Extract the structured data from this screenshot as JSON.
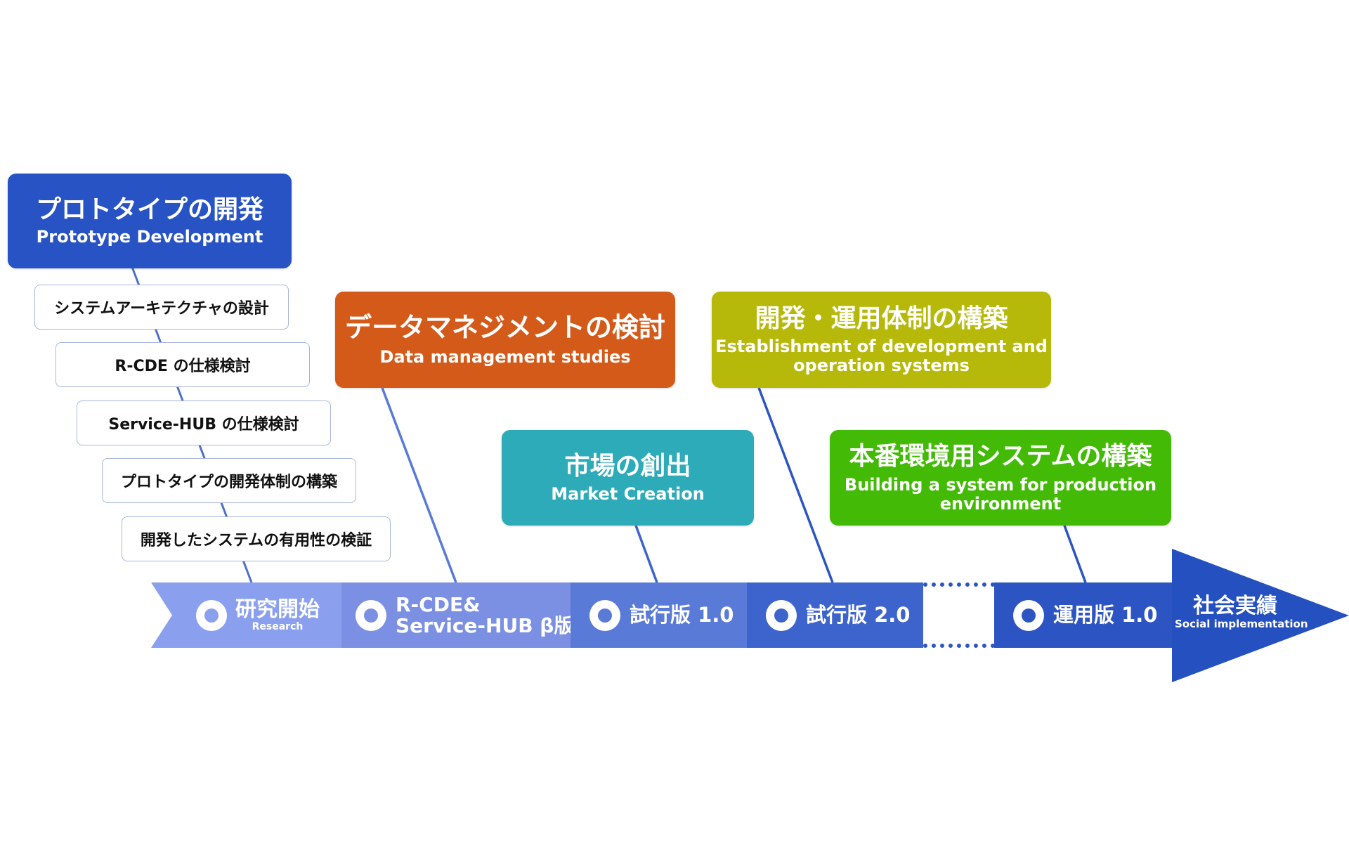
{
  "top_card": {
    "jp": "プロトタイプの開発",
    "en": "Prototype Development",
    "color": "#2753c4"
  },
  "subtasks": [
    {
      "label": "システムアーキテクチャの設計"
    },
    {
      "label": "R-CDE の仕様検討"
    },
    {
      "label": "Service-HUB の仕様検討"
    },
    {
      "label": "プロトタイプの開発体制の構築"
    },
    {
      "label": "開発したシステムの有用性の検証"
    }
  ],
  "cards": {
    "data_mgmt": {
      "jp": "データマネジメントの検討",
      "en": "Data management studies",
      "color": "#d45a1a"
    },
    "market": {
      "jp": "市場の創出",
      "en": "Market Creation",
      "color": "#2eabb8"
    },
    "dev_ops": {
      "jp": "開発・運用体制の構築",
      "en_line1": "Establishment of development and",
      "en_line2": "operation systems",
      "color": "#b7b90a"
    },
    "production": {
      "jp": "本番環境用システムの構築",
      "en_line1": "Building a system for production",
      "en_line2": "environment",
      "color": "#43bb06"
    }
  },
  "timeline": {
    "research": {
      "jp": "研究開始",
      "en": "Research",
      "color": "#8aa0ee"
    },
    "beta": {
      "line1": "R-CDE&",
      "line2": "Service-HUB β版",
      "color": "#7b90e2"
    },
    "trial1": {
      "label": "試行版 1.0",
      "color": "#5a7ad8"
    },
    "trial2": {
      "label": "試行版 2.0",
      "color": "#3d64cc"
    },
    "ops": {
      "label": "運用版 1.0",
      "color": "#2c55c3"
    },
    "social": {
      "jp": "社会実績",
      "en": "Social implementation",
      "color": "#2450c0"
    }
  }
}
